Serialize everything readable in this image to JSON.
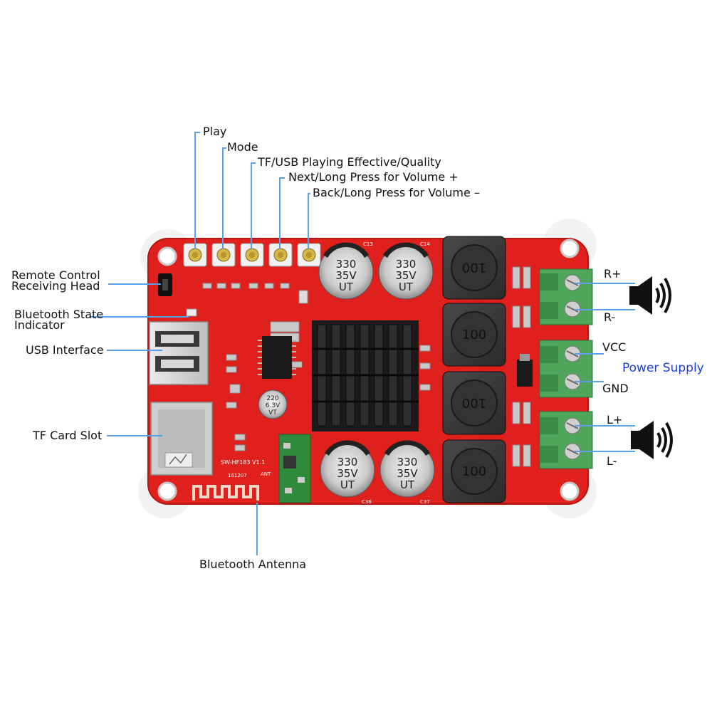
{
  "callouts": {
    "play": "Play",
    "mode": "Mode",
    "tf_usb_quality": "TF/USB Playing Effective/Quality",
    "next": "Next/Long Press for Volume +",
    "back": "Back/Long Press for Volume –",
    "remote_line1": "Remote Control",
    "remote_line2": "Receiving Head",
    "bt_state_line1": "Bluetooth State",
    "bt_state_line2": "Indicator",
    "usb": "USB Interface",
    "tf_slot": "TF Card Slot",
    "antenna": "Bluetooth Antenna"
  },
  "terminals": {
    "r_plus": "R+",
    "r_minus": "R-",
    "vcc": "VCC",
    "gnd": "GND",
    "power_supply": "Power Supply",
    "l_plus": "L+",
    "l_minus": "L-"
  },
  "board": {
    "capacitor_top_left": [
      "330",
      "35V",
      "UT"
    ],
    "capacitor_top_right": [
      "330",
      "35V",
      "UT"
    ],
    "capacitor_bottom_left": [
      "330",
      "35V",
      "UT"
    ],
    "capacitor_bottom_right": [
      "330",
      "35V",
      "UT"
    ],
    "small_capacitor": [
      "220",
      "6.3V",
      "VT"
    ],
    "inductor_marking": "100",
    "module_label": "SW-HF183  V1.1",
    "module_date": "161207",
    "module_ant": "ANT",
    "cap_labels": [
      "C13",
      "C14",
      "C36",
      "C37"
    ]
  },
  "colors": {
    "board": "#e0201c",
    "heatsink": "#1b1b1b",
    "terminal": "#4fa65a",
    "callout_line": "#5aa0e8",
    "accent_blue": "#1a3fd8"
  }
}
